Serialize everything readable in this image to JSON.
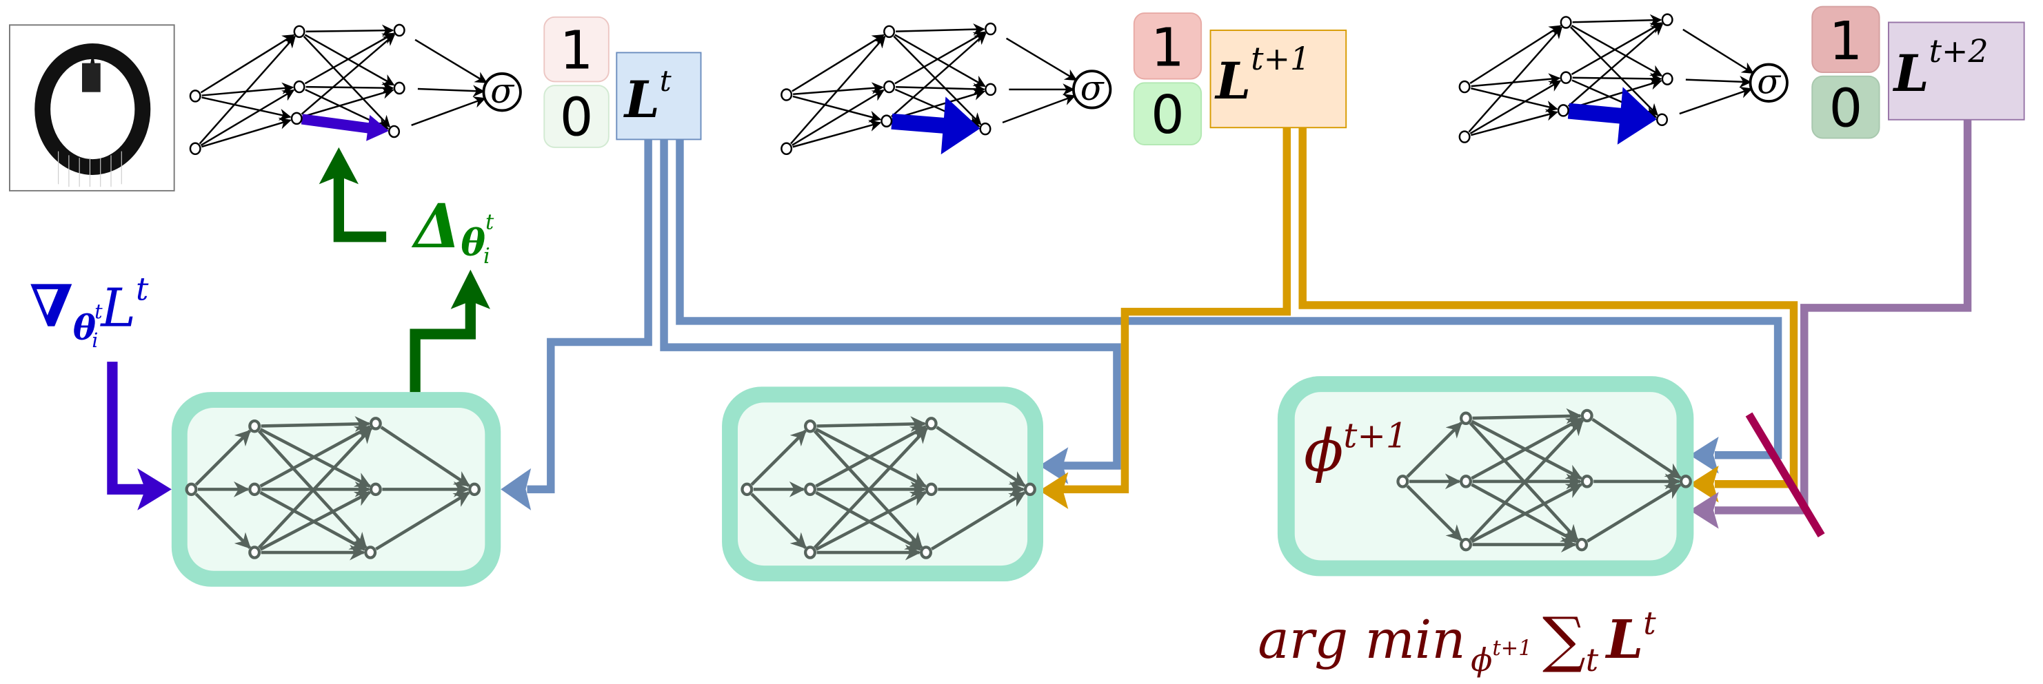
{
  "figure": {
    "input_image": {
      "label": "MNIST digit zero"
    },
    "timesteps": [
      {
        "id": "t",
        "loss_label": {
          "base": "L",
          "sup": "t"
        },
        "targets": [
          "1",
          "0"
        ],
        "colors": {
          "loss_box": "#d6e6f7",
          "loss_border": "#6c8ebf",
          "pipe": "#6c8ebf",
          "one_box": "#fbeeed",
          "zero_box": "#eff8ef",
          "update_arrow": "#3a00cc"
        }
      },
      {
        "id": "t+1",
        "loss_label": {
          "base": "L",
          "sup": "t+1"
        },
        "targets": [
          "1",
          "0"
        ],
        "colors": {
          "loss_box": "#ffe6cc",
          "loss_border": "#d79b00",
          "pipe": "#d79b00",
          "one_box": "#f4c4c0",
          "zero_box": "#c9f5c9",
          "update_arrow": "#0000cc"
        }
      },
      {
        "id": "t+2",
        "loss_label": {
          "base": "L",
          "sup": "t+2"
        },
        "targets": [
          "1",
          "0"
        ],
        "colors": {
          "loss_box": "#e1d5e7",
          "loss_border": "#9673a6",
          "pipe": "#9673a6",
          "one_box": "#e6b3b3",
          "zero_box": "#b8d6bd",
          "update_arrow": "#0000cc"
        }
      }
    ],
    "sigma_label": "σ",
    "annotations": {
      "gradient": {
        "symbol": "∇",
        "sub": "θ",
        "sub_sup": "t",
        "sub_sub": "i",
        "base": "L",
        "sup": "t",
        "color": "#0000cc"
      },
      "delta": {
        "symbol": "Δ",
        "sub": "θ",
        "sub_sup": "t",
        "sub_sub": "i",
        "color": "#008000"
      },
      "phi": {
        "base": "ϕ",
        "sup": "t+1",
        "color": "#6b0000"
      },
      "objective": {
        "argmin": "arg min",
        "sub_base": "ϕ",
        "sub_sup": "t+1",
        "sum": "∑",
        "sum_sub": "t",
        "loss": "L",
        "loss_sup": "t",
        "color": "#6b0000"
      }
    },
    "optimizer_boxes": [
      {
        "name": "optimizer-step-t"
      },
      {
        "name": "optimizer-step-t1"
      },
      {
        "name": "meta-optimizer"
      }
    ],
    "colors": {
      "optimizer_border": "#99e2c9",
      "optimizer_fill": "#ecfaf3",
      "optimizer_net": "#56635c",
      "update_green": "#006400",
      "stop_gradient": "#a50050"
    }
  }
}
